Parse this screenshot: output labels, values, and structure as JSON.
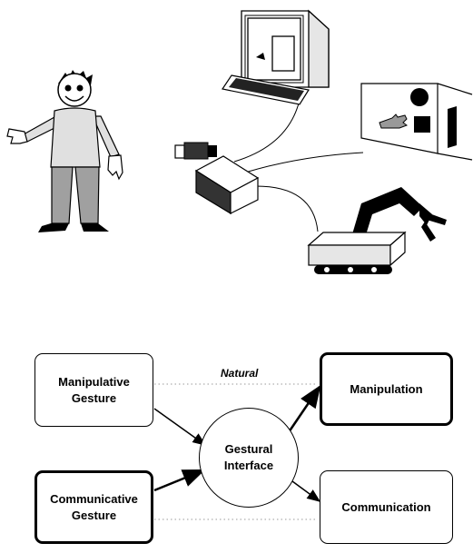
{
  "diagram": {
    "left_nodes": [
      {
        "line1": "Manipulative",
        "line2": "Gesture"
      },
      {
        "line1": "Communicative",
        "line2": "Gesture"
      }
    ],
    "center_node": {
      "line1": "Gestural",
      "line2": "Interface"
    },
    "right_nodes": [
      {
        "label": "Manipulation"
      },
      {
        "label": "Communication"
      }
    ],
    "natural_label": "Natural"
  },
  "colors": {
    "ink": "#000000",
    "gray": "#a0a0a0",
    "dark": "#333333"
  }
}
